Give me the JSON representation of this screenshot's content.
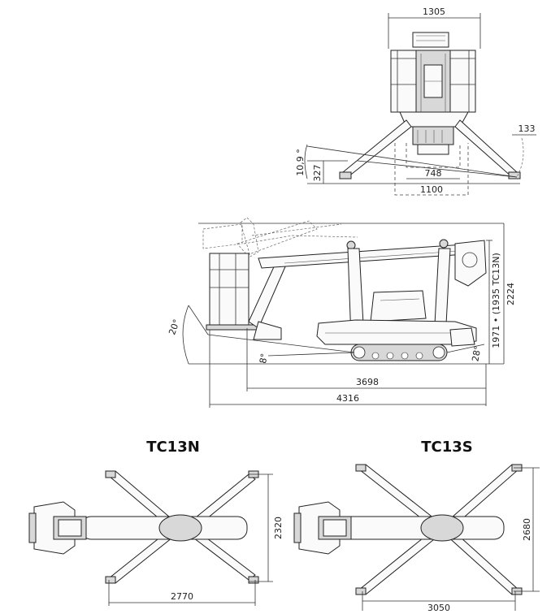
{
  "front_view": {
    "dim_width": "1305",
    "dim_outrigger_offset": "133",
    "dim_tilt_angle": "10,9 °",
    "dim_height": "327",
    "dim_track_gauge": "748",
    "dim_base_width": "1100"
  },
  "side_view": {
    "dim_angle_rear": "20°",
    "dim_angle_front_low": "8°",
    "dim_angle_rear_low": "28°",
    "dim_height_stowed": "1971 • (1935 TC13N)",
    "dim_height_total": "2224",
    "dim_length_base": "3698",
    "dim_length_total": "4316"
  },
  "top_views": [
    {
      "title": "TC13N",
      "dim_width": "2770",
      "dim_height": "2320"
    },
    {
      "title": "TC13S",
      "dim_width": "3050",
      "dim_height": "2680"
    }
  ]
}
